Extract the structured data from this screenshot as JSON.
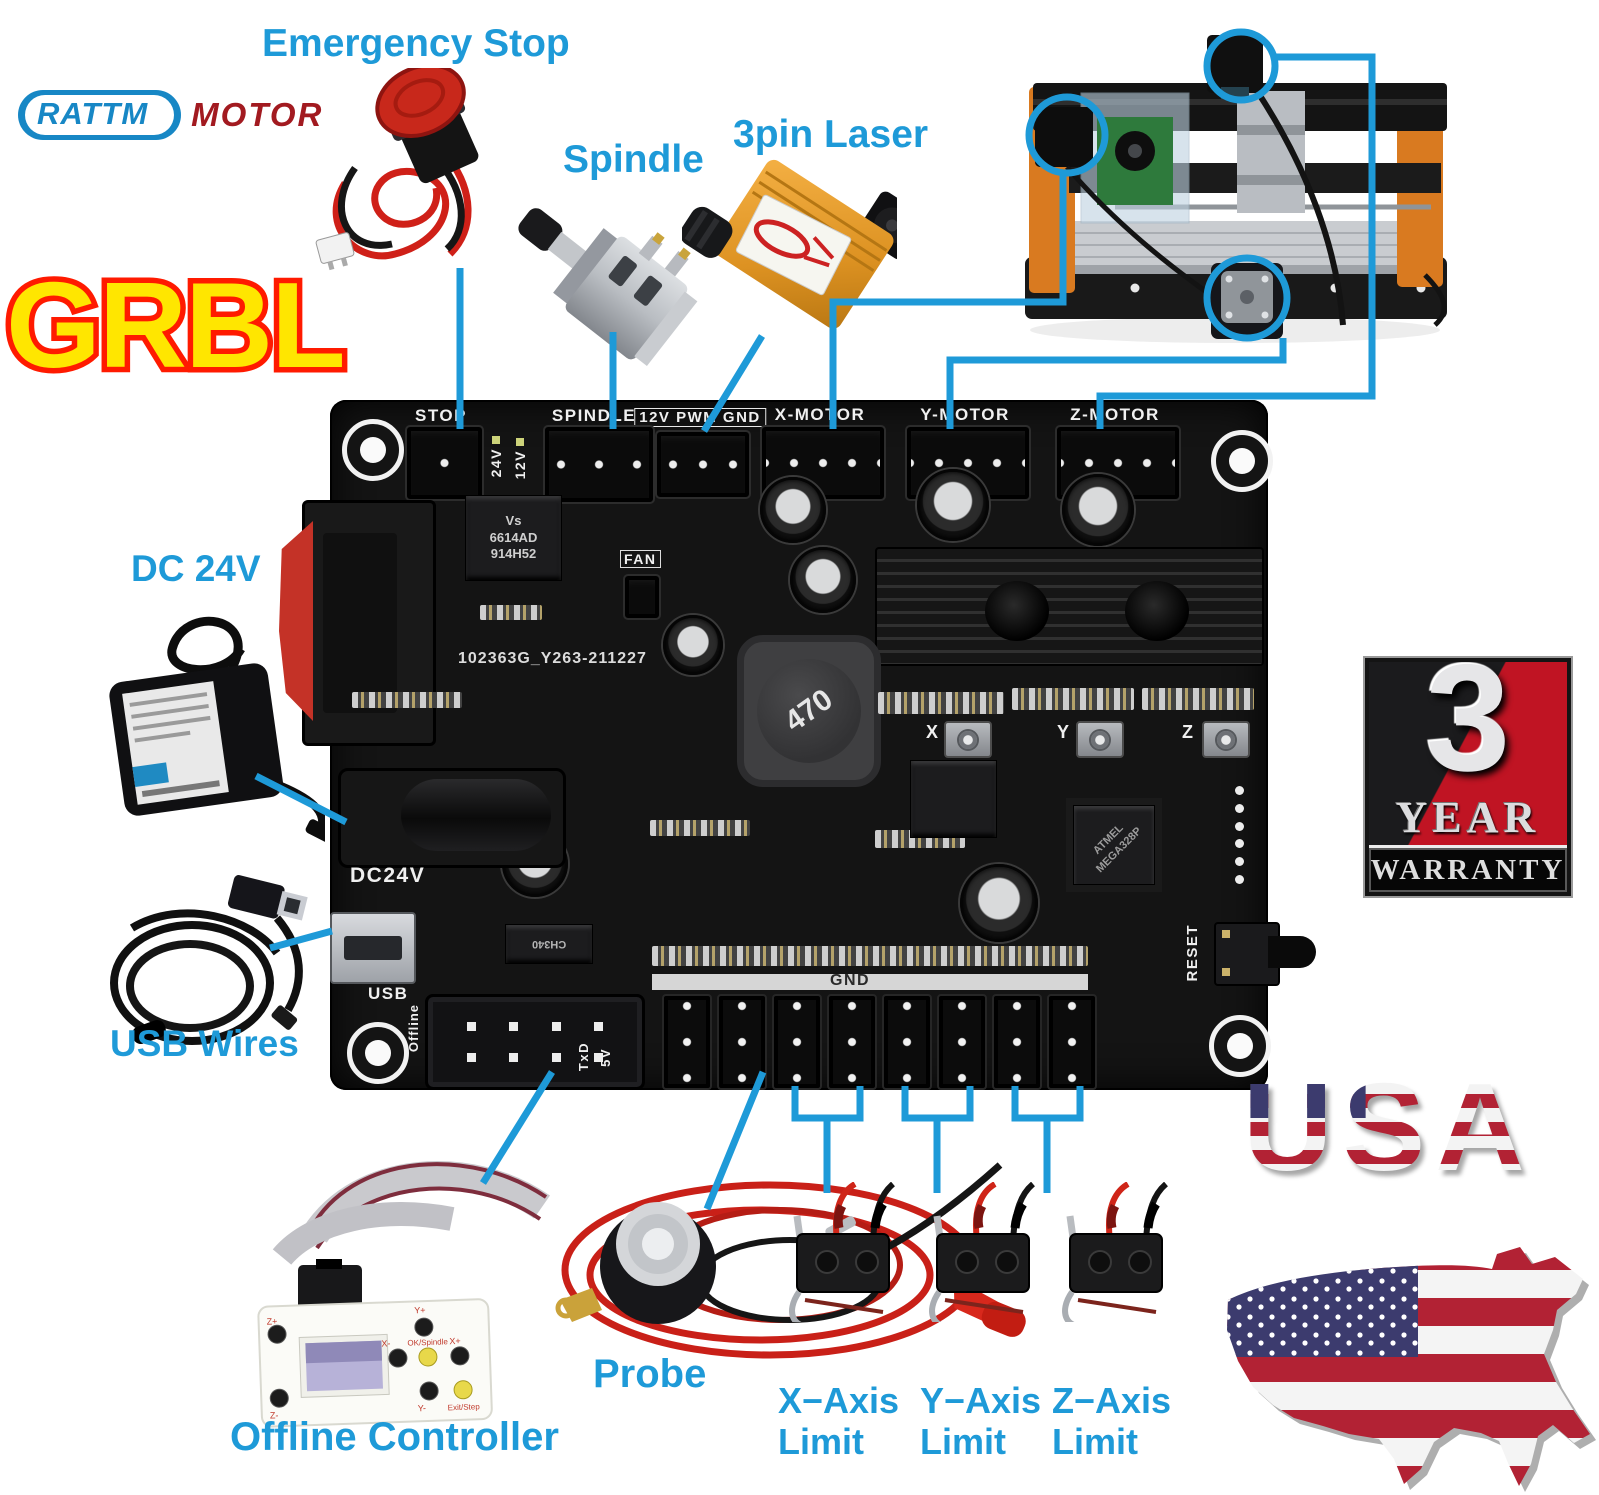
{
  "colors": {
    "callout": "#1e9ad8",
    "grbl_fill": "#ffe600",
    "grbl_stroke": "#ff1a00",
    "logo_blue": "#1787c5",
    "logo_red": "#a21a20",
    "badge_red": "#c01423",
    "flag_red": "#b22234",
    "flag_blue": "#3c3b6e"
  },
  "brand": {
    "rattm": "RATTM",
    "motor": "MOTOR"
  },
  "grbl": "GRBL",
  "callouts": {
    "emergency_stop": "Emergency Stop",
    "spindle": "Spindle",
    "laser": "3pin Laser",
    "dc24v": "DC 24V",
    "usb_wires": "USB Wires",
    "offline_controller": "Offline Controller",
    "probe": "Probe",
    "x_limit": {
      "line1": "X−Axis",
      "line2": "Limit"
    },
    "y_limit": {
      "line1": "Y−Axis",
      "line2": "Limit"
    },
    "z_limit": {
      "line1": "Z−Axis",
      "line2": "Limit"
    }
  },
  "board": {
    "silkscreen": {
      "stop": "STOP",
      "spindle": "SPINDLE",
      "pwm": "12V PWM GND",
      "x_motor": "X-MOTOR",
      "y_motor": "Y-MOTOR",
      "z_motor": "Z-MOTOR",
      "v24": "24V",
      "v12": "12V",
      "fan": "FAN",
      "serial": "102363G_Y263-211227",
      "dc24v": "DC24V",
      "usb": "USB",
      "offline": "Offline",
      "txd": "TxD",
      "v5": "5V",
      "gnd": "GND",
      "reset": "RESET",
      "x": "X",
      "y": "Y",
      "z": "Z"
    },
    "chips": {
      "mosfet_line1": "Vs",
      "mosfet_line2": "6614AD",
      "mosfet_line3": "914H52",
      "inductor": "470",
      "mcu_brand": "ATMEL",
      "mcu": "MEGA328P",
      "usb_chip": "CH340"
    }
  },
  "offline_buttons": {
    "z_plus": "Z+",
    "z_minus": "Z-",
    "y_plus": "Y+",
    "y_minus": "Y-",
    "x_minus": "X-",
    "x_plus": "X+",
    "ok": "OK/Spindle",
    "exit": "Exit/Step"
  },
  "badge": {
    "number": "3",
    "year": "YEAR",
    "warranty": "WARRANTY"
  },
  "usa": "USA"
}
